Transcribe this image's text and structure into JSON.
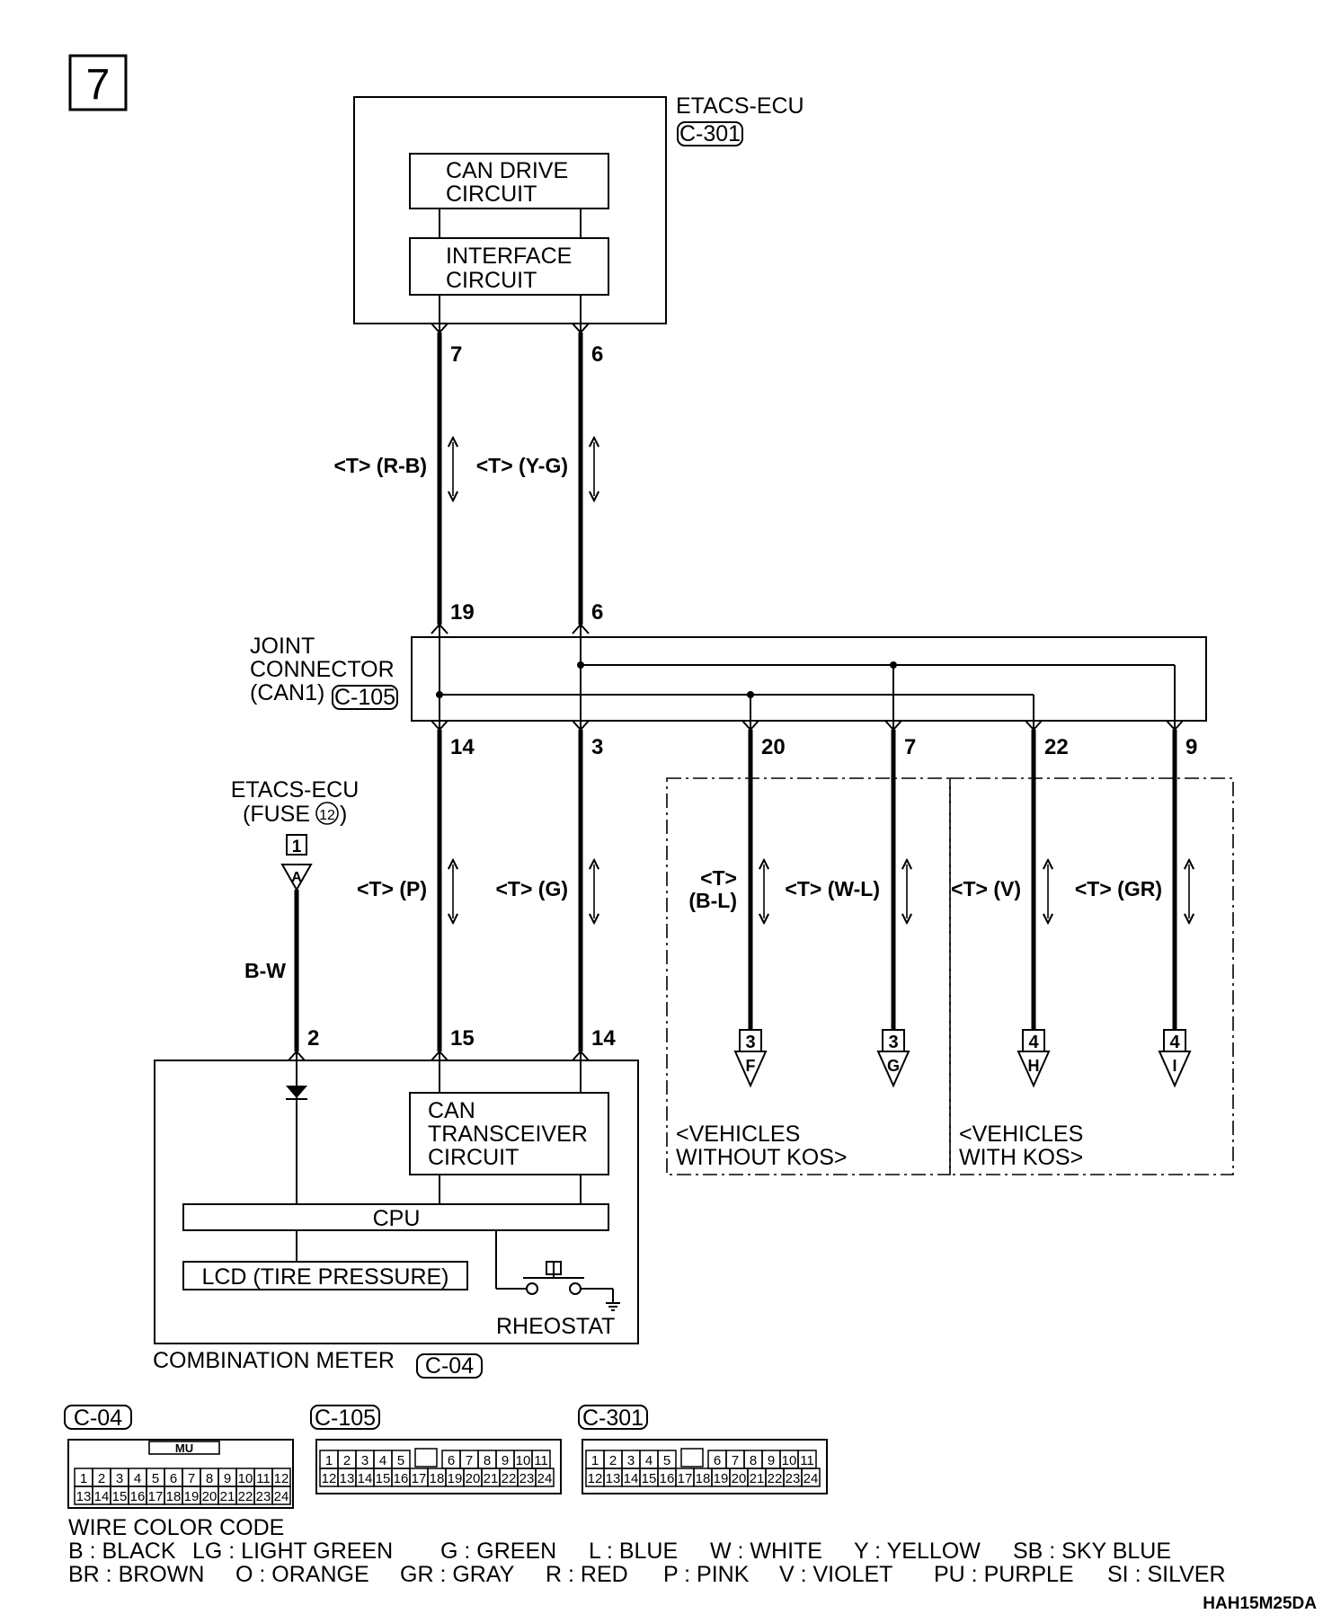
{
  "page_number": "7",
  "etacs_top": {
    "name": "ETACS-ECU",
    "connector": "C-301",
    "block1": [
      "CAN DRIVE",
      "CIRCUIT"
    ],
    "block2": [
      "INTERFACE",
      "CIRCUIT"
    ]
  },
  "top_pins": {
    "left": "7",
    "right": "6"
  },
  "top_wires": {
    "left": "<T> (R-B)",
    "right": "<T> (Y-G)"
  },
  "joint_connector": {
    "lines": [
      "JOINT",
      "CONNECTOR",
      "(CAN1)"
    ],
    "connector": "C-105",
    "top_pins": [
      "19",
      "6"
    ],
    "bottom_pins": [
      "14",
      "3",
      "20",
      "7",
      "22",
      "9"
    ]
  },
  "etacs_fuse": {
    "line1": "ETACS-ECU",
    "line2_prefix": "(FUSE ",
    "fuse_no": "12",
    "line2_suffix": ")",
    "ref_num": "1",
    "ref_letter": "A",
    "wire": "B-W",
    "pin": "2"
  },
  "mid_wires": {
    "p": "<T> (P)",
    "g": "<T> (G)",
    "bl_top": "<T>",
    "bl_bottom": "(B-L)",
    "wl": "<T> (W-L)",
    "v": "<T> (V)",
    "gr": "<T> (GR)"
  },
  "meter_pins": {
    "left": "15",
    "right": "14"
  },
  "off_page_refs": [
    {
      "num": "3",
      "letter": "F"
    },
    {
      "num": "3",
      "letter": "G"
    },
    {
      "num": "4",
      "letter": "H"
    },
    {
      "num": "4",
      "letter": "I"
    }
  ],
  "group_labels": {
    "without": [
      "<VEHICLES",
      "WITHOUT KOS>"
    ],
    "with": [
      "<VEHICLES",
      "WITH KOS>"
    ]
  },
  "meter": {
    "block": [
      "CAN",
      "TRANSCEIVER",
      "CIRCUIT"
    ],
    "cpu": "CPU",
    "lcd": "LCD (TIRE PRESSURE)",
    "rheostat": "RHEOSTAT",
    "name": "COMBINATION METER",
    "connector": "C-04"
  },
  "connector_views": [
    {
      "id": "C-04",
      "tag": "MU",
      "row1": [
        "1",
        "2",
        "3",
        "4",
        "5",
        "6",
        "7",
        "8",
        "9",
        "10",
        "11",
        "12"
      ],
      "row2": [
        "13",
        "14",
        "15",
        "16",
        "17",
        "18",
        "19",
        "20",
        "21",
        "22",
        "23",
        "24"
      ]
    },
    {
      "id": "C-105",
      "row1": [
        "1",
        "2",
        "3",
        "4",
        "5",
        "6",
        "7",
        "8",
        "9",
        "10",
        "11"
      ],
      "row2": [
        "12",
        "13",
        "14",
        "15",
        "16",
        "17",
        "18",
        "19",
        "20",
        "21",
        "22",
        "23",
        "24"
      ]
    },
    {
      "id": "C-301",
      "row1": [
        "1",
        "2",
        "3",
        "4",
        "5",
        "6",
        "7",
        "8",
        "9",
        "10",
        "11"
      ],
      "row2": [
        "12",
        "13",
        "14",
        "15",
        "16",
        "17",
        "18",
        "19",
        "20",
        "21",
        "22",
        "23",
        "24"
      ]
    }
  ],
  "wire_color_code": {
    "title": "WIRE COLOR CODE",
    "row1": [
      "B : BLACK",
      "LG : LIGHT GREEN",
      "G : GREEN",
      "L : BLUE",
      "W : WHITE",
      "Y : YELLOW",
      "SB : SKY BLUE"
    ],
    "row2": [
      "BR : BROWN",
      "O : ORANGE",
      "GR : GRAY",
      "R : RED",
      "P : PINK",
      "V : VIOLET",
      "PU : PURPLE",
      "SI : SILVER"
    ]
  },
  "figure_code": "HAH15M25DA"
}
